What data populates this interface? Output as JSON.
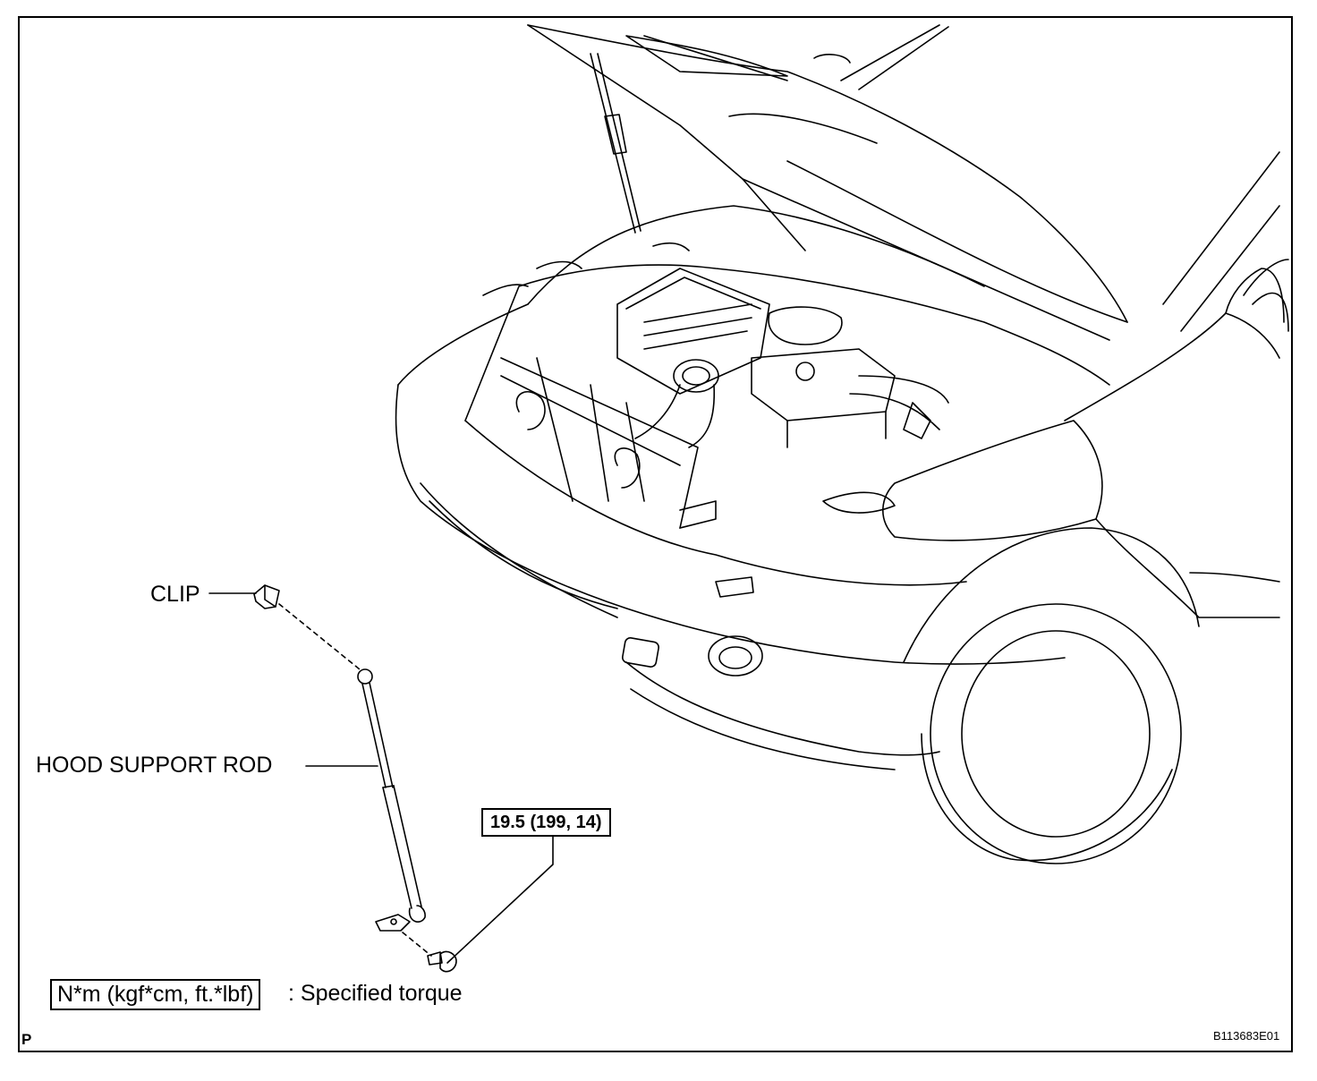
{
  "labels": {
    "clip": "CLIP",
    "hood_support_rod": "HOOD SUPPORT ROD",
    "torque_value": "19.5 (199, 14)",
    "legend_units": "N*m (kgf*cm, ft.*lbf)",
    "legend_text": ": Specified torque",
    "figure_code": "B113683E01",
    "corner_mark": "P"
  },
  "colors": {
    "line": "#000000",
    "background": "#ffffff"
  }
}
